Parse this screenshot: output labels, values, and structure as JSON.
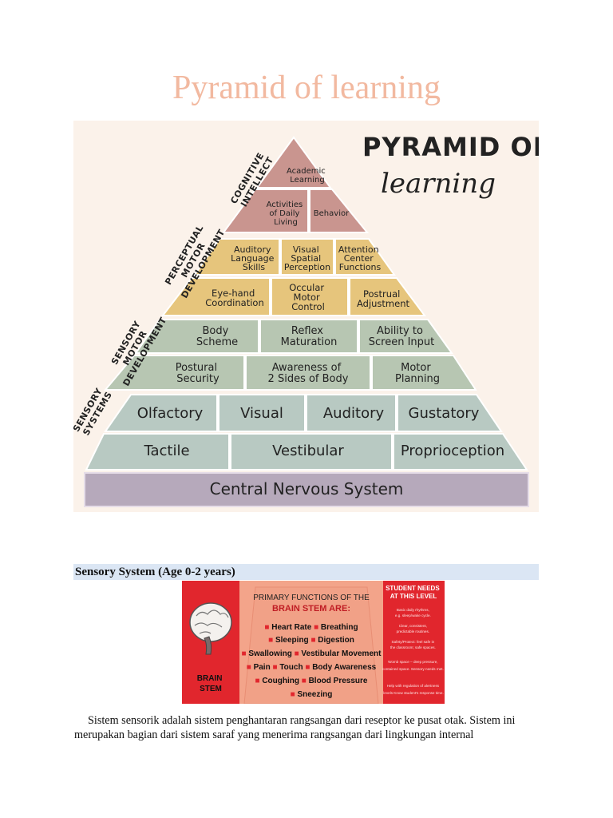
{
  "document": {
    "title": "Pyramid of learning",
    "section_heading": "Sensory System (Age 0-2 years)",
    "paragraph": "Sistem sensorik adalah sistem penghantaran rangsangan dari reseptor ke pusat otak. Sistem ini merupakan bagian dari sistem saraf yang menerima rangsangan dari lingkungan internal"
  },
  "pyramid": {
    "heading_top": "PYRAMID OF",
    "heading_bottom": "learning",
    "side_labels": {
      "cognitive": [
        "COGNITIVE",
        "INTELLECT"
      ],
      "perceptual": [
        "PERCEPTUAL",
        "MOTOR",
        "DEVELOPMENT"
      ],
      "sensory_motor": [
        "SENSORY",
        "MOTOR",
        "DEVELOPMENT"
      ],
      "sensory_systems": [
        "SENSORY",
        "SYSTEMS"
      ]
    },
    "blocks": {
      "academic": [
        "Academic",
        "Learning"
      ],
      "daily_living": [
        "Activities",
        "of Daily",
        "Living"
      ],
      "behavior": [
        "Behavior"
      ],
      "auditory_language": [
        "Auditory",
        "Language",
        "Skills"
      ],
      "visual_spatial": [
        "Visual",
        "Spatial",
        "Perception"
      ],
      "attention": [
        "Attention",
        "Center",
        "Functions"
      ],
      "eye_hand": [
        "Eye-hand",
        "Coordination"
      ],
      "occular_motor": [
        "Occular",
        "Motor",
        "Control"
      ],
      "postrual": [
        "Postrual",
        "Adjustment"
      ],
      "body_scheme": [
        "Body",
        "Scheme"
      ],
      "reflex": [
        "Reflex",
        "Maturation"
      ],
      "screen_input": [
        "Ability to",
        "Screen Input"
      ],
      "postural_security": [
        "Postural",
        "Security"
      ],
      "two_sides": [
        "Awareness of",
        "2 Sides of Body"
      ],
      "motor_planning": [
        "Motor",
        "Planning"
      ],
      "olfactory": [
        "Olfactory"
      ],
      "visual": [
        "Visual"
      ],
      "auditory": [
        "Auditory"
      ],
      "gustatory": [
        "Gustatory"
      ],
      "tactile": [
        "Tactile"
      ],
      "vestibular": [
        "Vestibular"
      ],
      "proprioception": [
        "Proprioception"
      ],
      "cns": [
        "Central Nervous System"
      ]
    },
    "colors": {
      "cognitive": "#c9958f",
      "perceptual": "#e6c57c",
      "motor": "#b7c6b2",
      "sensory": "#b8c9c2",
      "cns": "#b6a9bb"
    }
  },
  "brain_stem_chart": {
    "left_label": [
      "BRAIN",
      "STEM"
    ],
    "center_title_1": "PRIMARY FUNCTIONS OF THE",
    "center_title_2": "BRAIN STEM ARE:",
    "functions": [
      [
        "Heart Rate",
        "Breathing"
      ],
      [
        "Sleeping",
        "Digestion"
      ],
      [
        "Swallowing",
        "Vestibular Movement"
      ],
      [
        "Pain",
        "Touch",
        "Body Awareness"
      ],
      [
        "Coughing",
        "Blood Pressure"
      ],
      [
        "Sneezing"
      ]
    ],
    "right_title": [
      "STUDENT NEEDS",
      "AT THIS LEVEL"
    ],
    "right_notes": [
      "Basic daily rhythms,",
      "e.g. sleep/wake cycle.",
      "Clear, consistent,",
      "predictable routines.",
      "Safety/Protect: feel safe in",
      "the classroom; safe spaces.",
      "Womb space – deep pressure,",
      "contained space. Sensory needs met.",
      "Help with regulation of alertness",
      "levels Know student's response time."
    ],
    "colors": {
      "red": "#e1262d",
      "salmon": "#f3a48a",
      "bullet": "#e1262d"
    }
  }
}
